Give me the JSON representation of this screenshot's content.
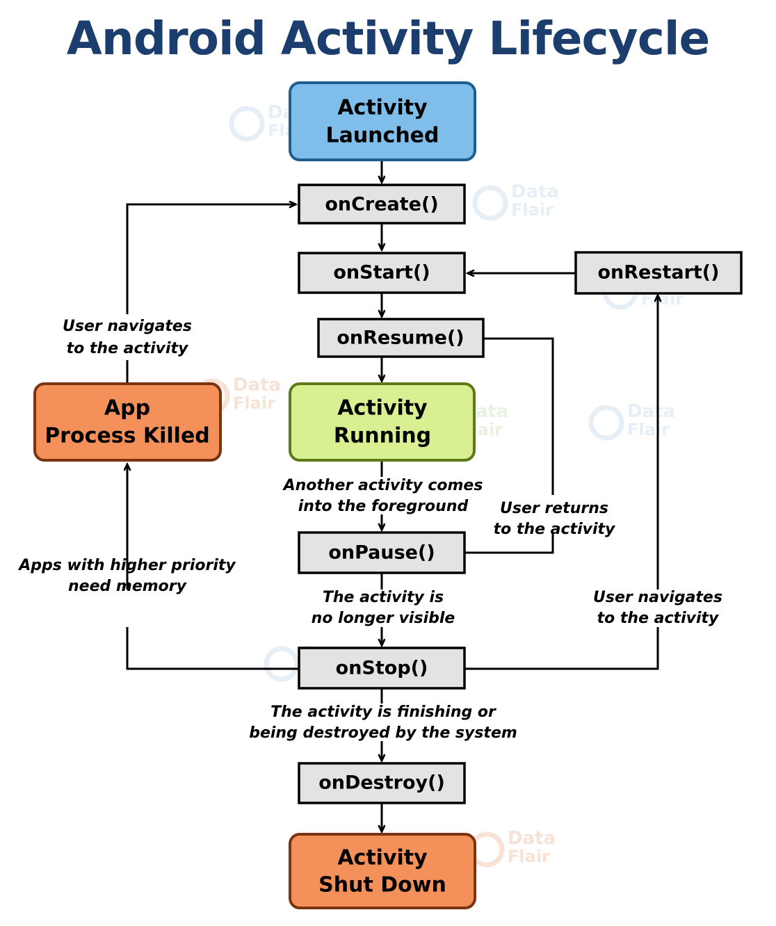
{
  "title": "Android Activity Lifecycle",
  "colors": {
    "title": "#1b3e6f",
    "launched_fill": "#7fbdeb",
    "launched_stroke": "#1f5c8f",
    "callback_fill": "#e3e3e3",
    "callback_stroke": "#000000",
    "running_fill": "#d8ef92",
    "running_stroke": "#5d7a14",
    "terminal_fill": "#f4915a",
    "terminal_stroke": "#7a3410",
    "connector": "#000000",
    "watermark": "#e6eef6"
  },
  "nodes": {
    "activity_launched": {
      "label_line1": "Activity",
      "label_line2": "Launched",
      "kind": "start-state"
    },
    "on_create": {
      "label": "onCreate()",
      "kind": "callback"
    },
    "on_start": {
      "label": "onStart()",
      "kind": "callback"
    },
    "on_resume": {
      "label": "onResume()",
      "kind": "callback"
    },
    "on_restart": {
      "label": "onRestart()",
      "kind": "callback"
    },
    "on_pause": {
      "label": "onPause()",
      "kind": "callback"
    },
    "on_stop": {
      "label": "onStop()",
      "kind": "callback"
    },
    "on_destroy": {
      "label": "onDestroy()",
      "kind": "callback"
    },
    "activity_running": {
      "label_line1": "Activity",
      "label_line2": "Running",
      "kind": "running-state"
    },
    "app_process_killed": {
      "label_line1": "App",
      "label_line2": "Process Killed",
      "kind": "terminal-state"
    },
    "activity_shut_down": {
      "label_line1": "Activity",
      "label_line2": "Shut Down",
      "kind": "terminal-state"
    }
  },
  "edge_labels": {
    "killed_to_create": {
      "line1": "User navigates",
      "line2": "to the activity"
    },
    "stop_to_killed": {
      "line1": "Apps with higher priority",
      "line2": "need memory"
    },
    "running_to_pause": {
      "line1": "Another activity comes",
      "line2": "into the foreground"
    },
    "pause_to_resume": {
      "line1": "User returns",
      "line2": "to the activity"
    },
    "pause_to_stop": {
      "line1": "The activity is",
      "line2": "no longer visible"
    },
    "stop_to_destroy": {
      "line1": "The activity is finishing or",
      "line2": "being destroyed by the system"
    },
    "stop_to_restart": {
      "line1": "User navigates",
      "line2": "to the activity"
    }
  },
  "watermark": {
    "line1": "Data",
    "line2": "Flair"
  }
}
